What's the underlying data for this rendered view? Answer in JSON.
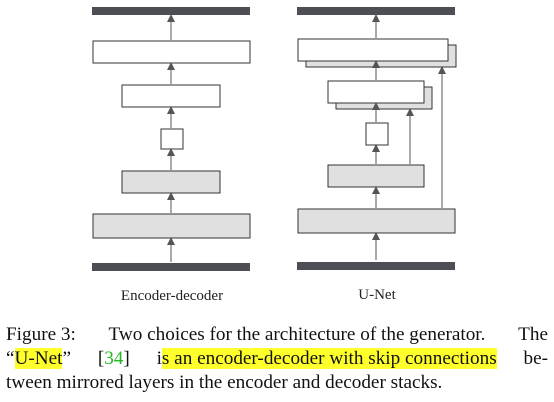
{
  "figure": {
    "left_label": "Encoder-decoder",
    "right_label": "U-Net"
  },
  "caption": {
    "prefix": "Figure 3:",
    "sentence1": "Two choices for the architecture of the generator.",
    "the_word": "The",
    "open_quote": "“",
    "unet_term": "U-Net",
    "close_quote": "”",
    "ref_open": "[",
    "ref_number": "34",
    "ref_close": "]",
    "is_prefix": "i",
    "highlight_phrase": "s an encoder-decoder with skip connections",
    "be_dash": "be-",
    "line3": "tween mirrored layers in the encoder and decoder stacks."
  },
  "colors": {
    "dark_bar": "#4d4f55",
    "gray_box": "#e0e0e0",
    "white_box": "#ffffff",
    "stroke": "#333333",
    "highlight": "#ffff2b",
    "citation": "#22b822"
  }
}
